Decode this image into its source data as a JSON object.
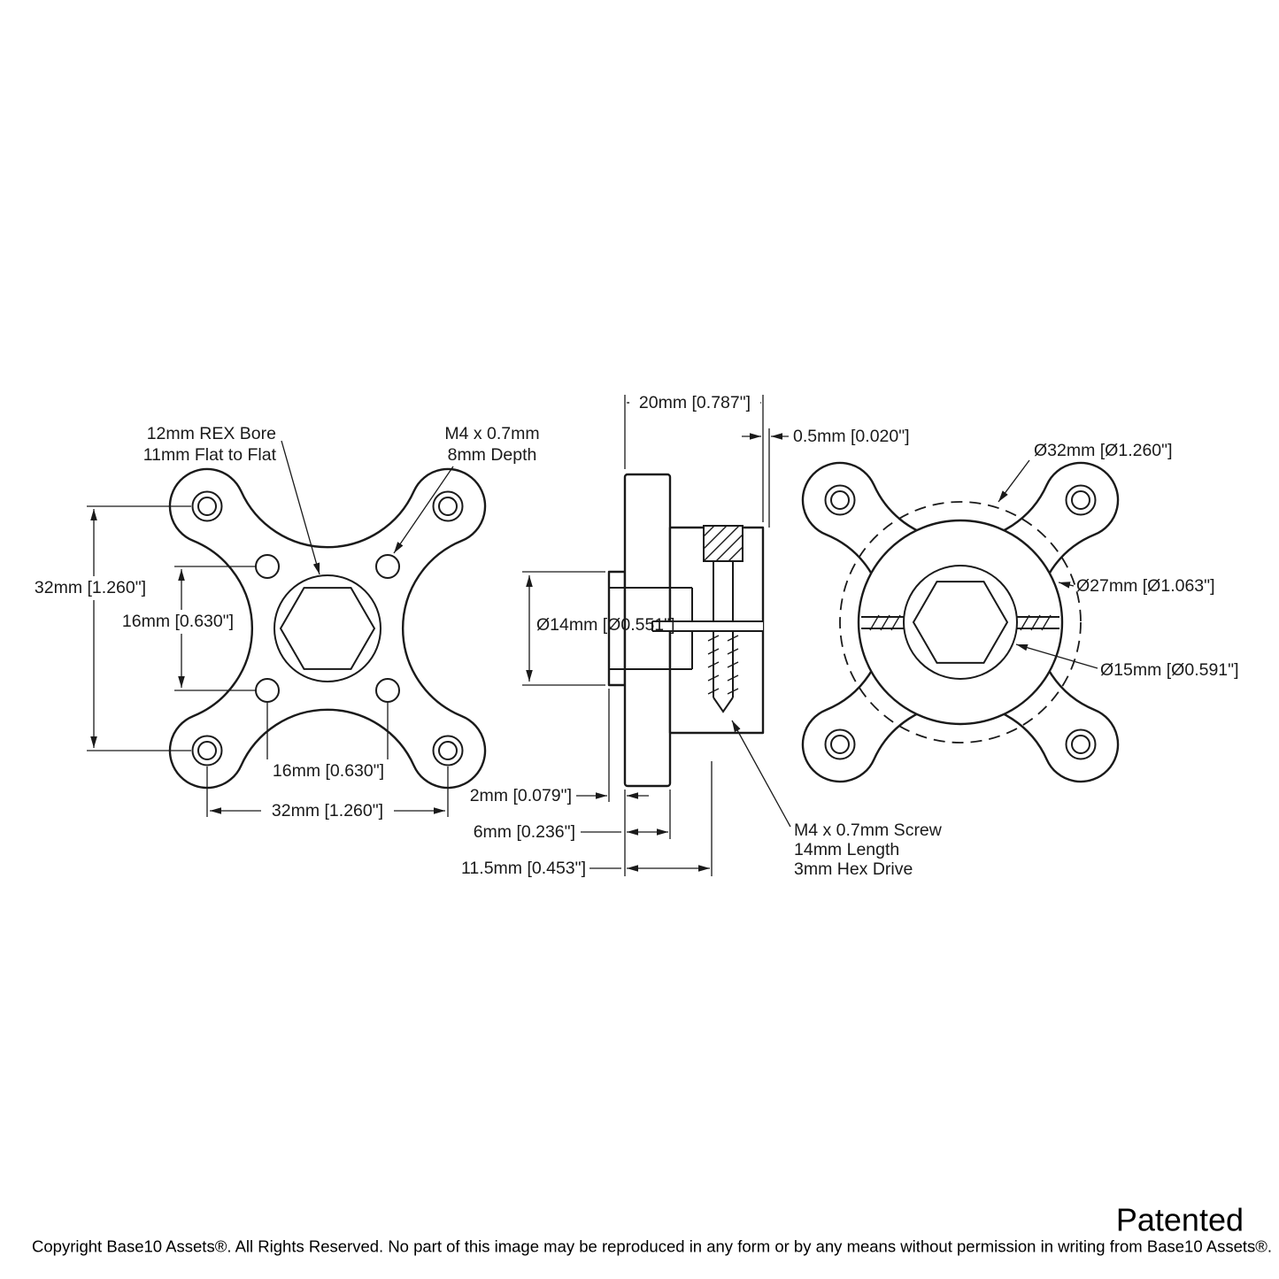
{
  "colors": {
    "line": "#1a1a1a",
    "background": "#ffffff"
  },
  "front_view": {
    "note_bore_1": "12mm REX Bore",
    "note_bore_2": "11mm Flat to Flat",
    "note_tap_1": "M4 x 0.7mm",
    "note_tap_2": "8mm Depth",
    "dim_v_outer": "32mm [1.260\"]",
    "dim_v_inner": "16mm [0.630\"]",
    "dim_h_inner": "16mm [0.630\"]",
    "dim_h_outer": "32mm [1.260\"]"
  },
  "side_view": {
    "dim_width": "20mm [0.787\"]",
    "dim_recess": "0.5mm [0.020\"]",
    "dim_boss_dia": "Ø14mm [Ø0.551\"]",
    "dim_boss_thk": "2mm [0.079\"]",
    "dim_flange_thk": "6mm [0.236\"]",
    "dim_hub_len": "11.5mm [0.453\"]",
    "note_screw_1": "M4 x 0.7mm Screw",
    "note_screw_2": "14mm Length",
    "note_screw_3": "3mm Hex Drive"
  },
  "back_view": {
    "dim_flange_dia": "Ø32mm [Ø1.260\"]",
    "dim_hub_dia": "Ø27mm [Ø1.063\"]",
    "dim_boss_dia": "Ø15mm [Ø0.591\"]"
  },
  "footer": {
    "patented": "Patented",
    "copyright": "Copyright Base10 Assets®.  All Rights Reserved. No part of this image may be reproduced in any form or by any means without permission in writing from Base10 Assets®."
  }
}
